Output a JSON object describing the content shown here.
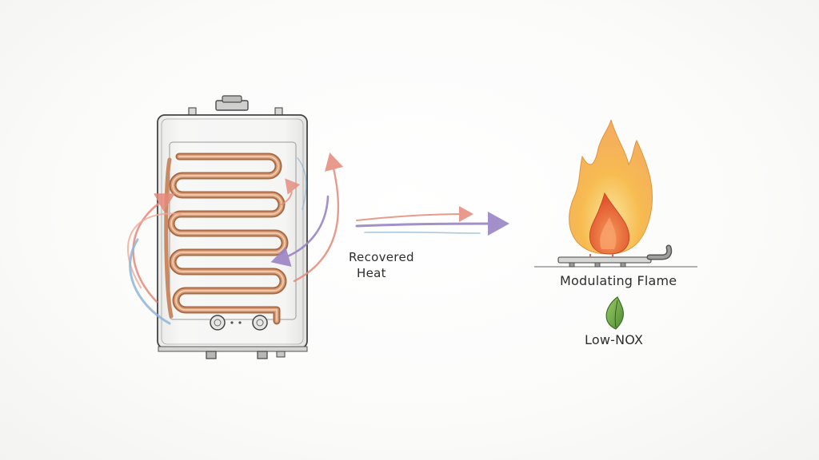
{
  "labels": {
    "recovered_heat_line1": "Recovered",
    "recovered_heat_line2": "Heat",
    "modulating_flame": "Modulating Flame",
    "low_nox": "Low-NOX"
  },
  "colors": {
    "copper_coil": "#c98a63",
    "hot_arrow": "#e58a7a",
    "cool_arrow": "#8fb6d8",
    "purple_arrow": "#9a84c4",
    "flame_outer": "#f7c455",
    "flame_inner": "#ea6f3a",
    "leaf": "#6aa84f",
    "outline": "#4a4a4a"
  },
  "icons": {
    "heater": "water-heater-icon",
    "flame": "flame-icon",
    "leaf": "leaf-icon"
  }
}
